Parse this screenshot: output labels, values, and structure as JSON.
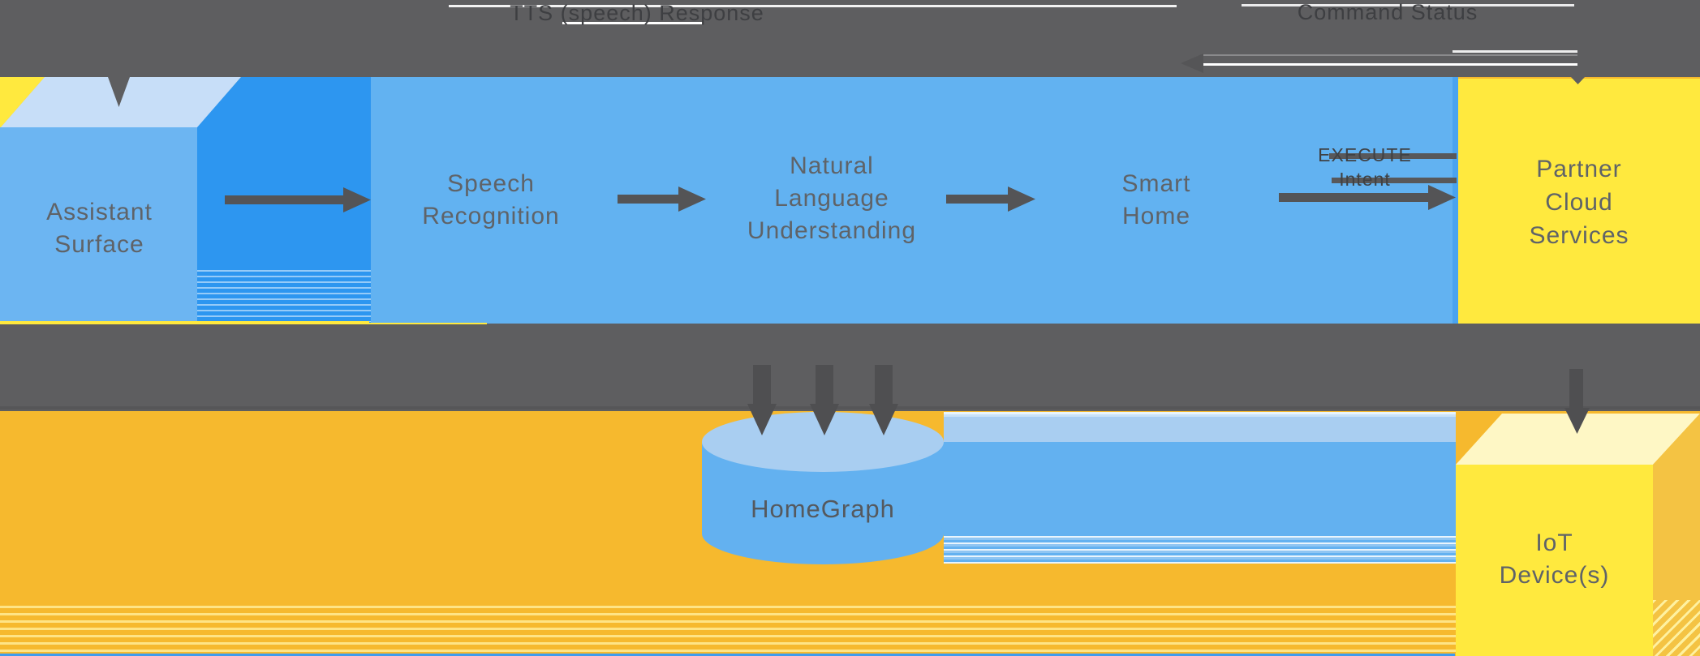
{
  "top_band": {
    "tts_response_label": "TTS (speech) Response",
    "command_status_label": "Command Status"
  },
  "pipeline": {
    "assistant_surface": "Assistant\nSurface",
    "speech_recognition": "Speech\nRecognition",
    "natural_language_understanding": "Natural\nLanguage\nUnderstanding",
    "smart_home": "Smart\nHome",
    "partner_cloud_services": "Partner\nCloud\nServices",
    "execute_intent": "EXECUTE\nIntent"
  },
  "storage": {
    "homegraph": "HomeGraph"
  },
  "devices": {
    "iot_devices": "IoT\nDevice(s)"
  },
  "colors": {
    "band_gray": "#5E5E60",
    "arrow_gray": "#545456",
    "pipeline_blue": "#62B2F1",
    "cube_front_blue": "#6CB5F2",
    "cube_side_blue": "#2D96F0",
    "cube_top_blue": "#C7DEF8",
    "cylinder_blue": "#63B1F0",
    "cylinder_top_blue": "#A9CEF1",
    "partner_yellow": "#FFE93E",
    "iot_top_yellow": "#FEF7C5",
    "iot_side_yellow": "#F4C343",
    "background_orange": "#F6B92E",
    "label_gray": "#5F6368"
  }
}
